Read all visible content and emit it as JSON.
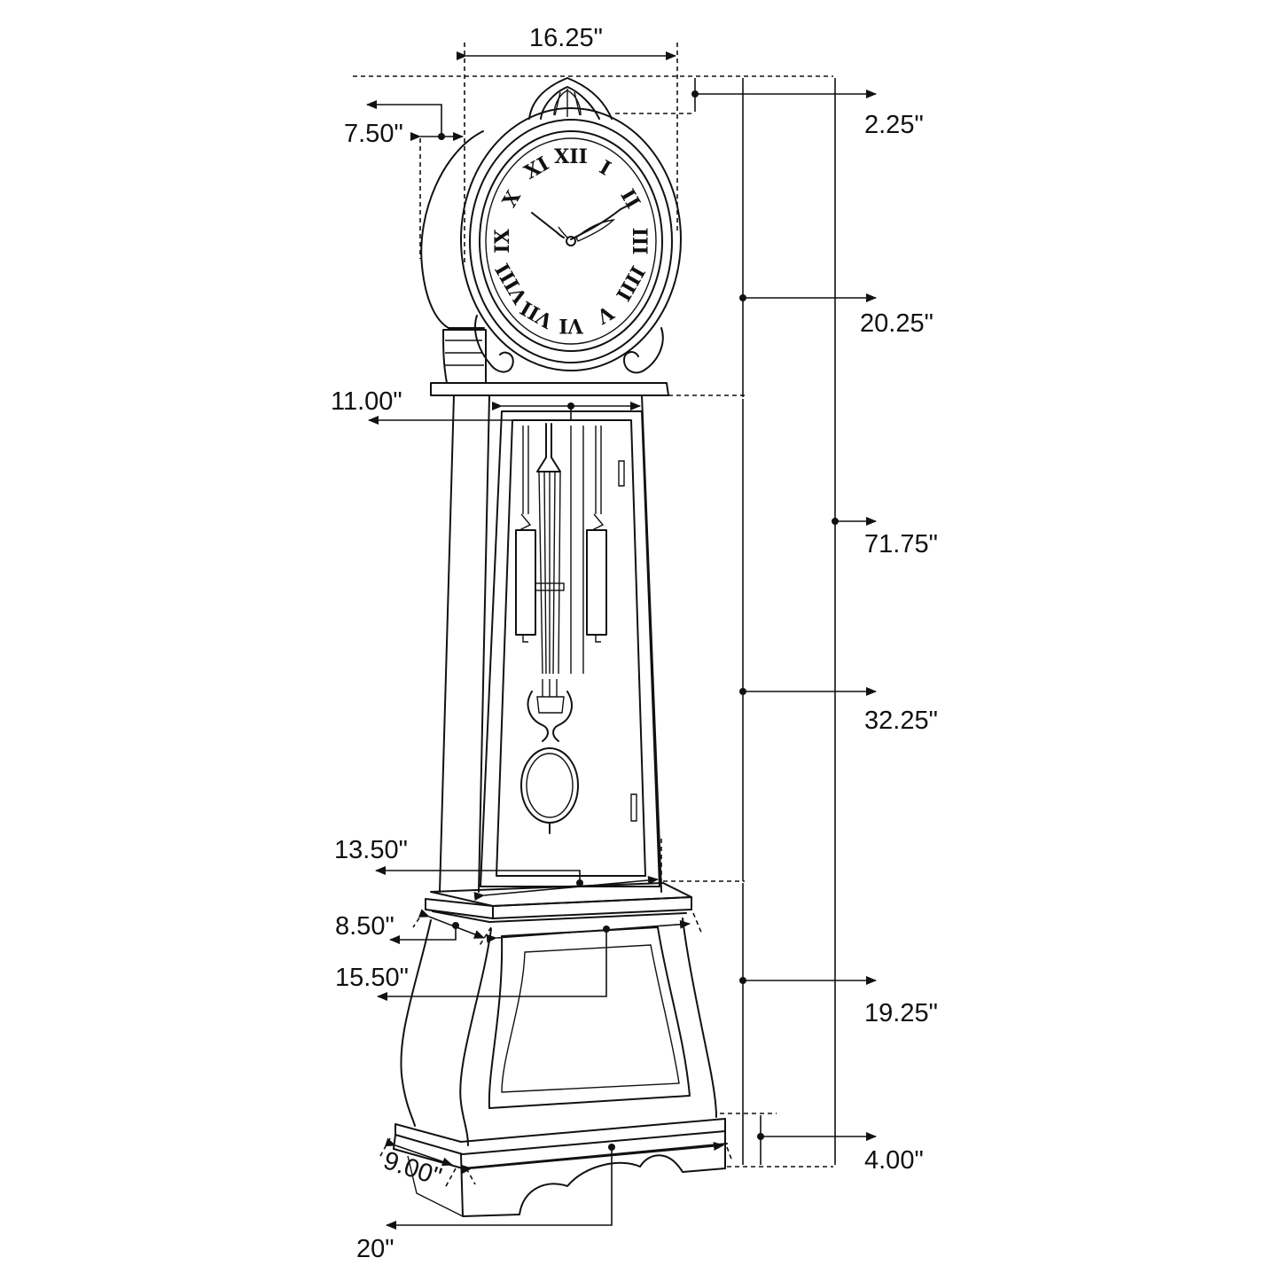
{
  "dimensions": {
    "width_top": "16.25\"",
    "crest_height": "2.25\"",
    "hood_depth": "7.50\"",
    "hood_height": "20.25\"",
    "overall_height": "71.75\"",
    "waist_width": "11.00\"",
    "waist_height": "32.25\"",
    "waist_base_width": "13.50\"",
    "plinth_depth": "8.50\"",
    "plinth_width": "15.50\"",
    "base_height": "19.25\"",
    "foot_height": "4.00\"",
    "foot_depth": "9.00\"",
    "foot_width": "20\""
  },
  "clock_face": {
    "numerals": [
      "XII",
      "I",
      "II",
      "III",
      "IIII",
      "V",
      "VI",
      "VII",
      "VIII",
      "IX",
      "X",
      "XI"
    ]
  },
  "colors": {
    "ink": "#111111",
    "paper": "#ffffff"
  }
}
